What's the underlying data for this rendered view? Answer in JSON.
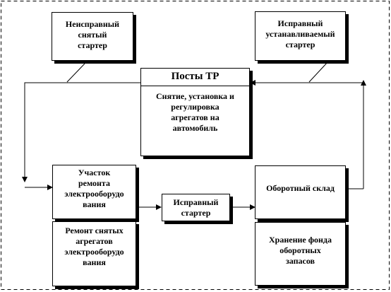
{
  "boxes": {
    "faulty_starter": "Неисправный\nснятый\nстартер",
    "working_starter_installed": "Исправный\nустанавливаемый\nстартер",
    "posts_title": "Посты ТР",
    "posts_desc": "Снятие, установка и\nрегулировка\nагрегатов на\nавтомобиль",
    "repair_area": "Участок\nремонта\nэлектрооборудо\nвания",
    "repair_units": "Ремонт снятых\nагрегатов\nэлектрооборудо\nвания",
    "working_starter": "Исправный\nстартер",
    "revolving_warehouse": "Оборотный склад",
    "fund_storage": "Хранение фонда\nоборотных\nзапасов"
  }
}
